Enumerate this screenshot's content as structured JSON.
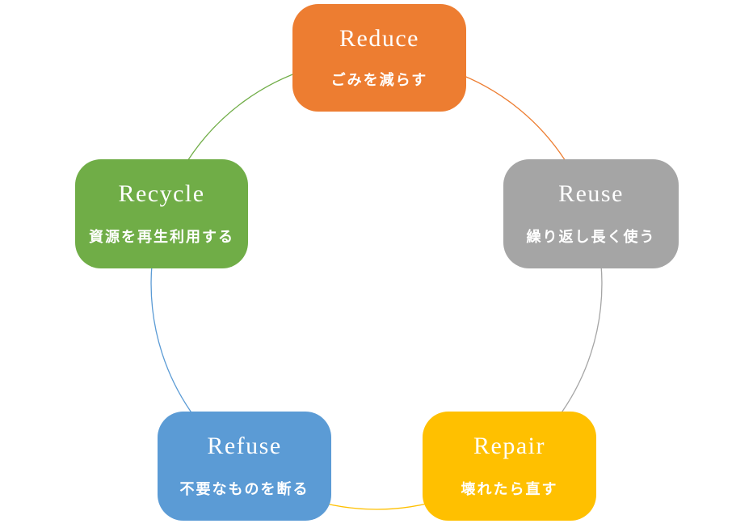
{
  "diagram": {
    "kind": "cycle",
    "background_color": "#FFFFFF",
    "text_color": "#FFFFFF"
  },
  "nodes": [
    {
      "id": "reduce",
      "title": "Reduce",
      "subtitle": "ごみを減らす",
      "color": "#ED7D31",
      "position": "top"
    },
    {
      "id": "reuse",
      "title": "Reuse",
      "subtitle": "繰り返し長く使う",
      "color": "#A5A5A5",
      "position": "right"
    },
    {
      "id": "repair",
      "title": "Repair",
      "subtitle": "壊れたら直す",
      "color": "#FFC000",
      "position": "bottom-right"
    },
    {
      "id": "refuse",
      "title": "Refuse",
      "subtitle": "不要なものを断る",
      "color": "#5B9BD5",
      "position": "bottom-left"
    },
    {
      "id": "recycle",
      "title": "Recycle",
      "subtitle": "資源を再生利用する",
      "color": "#70AD47",
      "position": "left"
    }
  ],
  "arcs": [
    {
      "from": "reduce",
      "to": "reuse",
      "color": "#ED7D31"
    },
    {
      "from": "reuse",
      "to": "repair",
      "color": "#A5A5A5"
    },
    {
      "from": "repair",
      "to": "refuse",
      "color": "#FFC000"
    },
    {
      "from": "refuse",
      "to": "recycle",
      "color": "#5B9BD5"
    },
    {
      "from": "recycle",
      "to": "reduce",
      "color": "#70AD47"
    }
  ]
}
